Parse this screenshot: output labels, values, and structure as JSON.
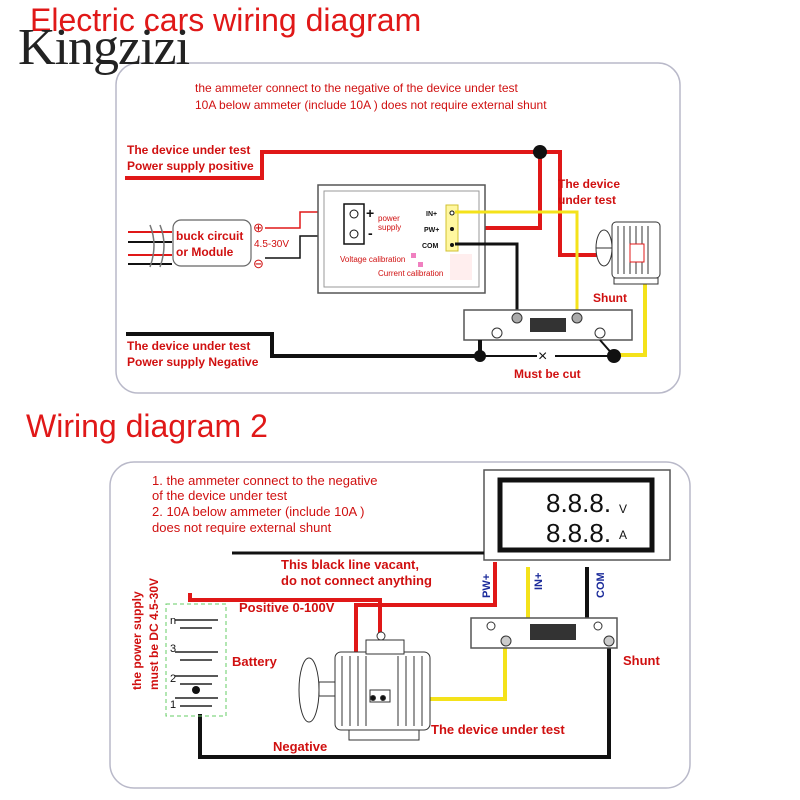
{
  "watermark": "Kingzizi",
  "diagram1": {
    "title": "Electric cars wiring diagram",
    "note_line1": "the ammeter connect to the negative of the device under test",
    "note_line2": "10A below ammeter (include 10A ) does not require external shunt",
    "supply_pos_line1": "The device under test",
    "supply_pos_line2": "Power supply positive",
    "buck_line1": "buck circuit",
    "buck_line2": "or Module",
    "buck_voltage": "4.5-30V",
    "buck_plus": "⊕",
    "buck_minus": "⊖",
    "meter_plus": "+",
    "meter_minus": "-",
    "power_supply_line1": "power",
    "power_supply_line2": "supply",
    "terminal_in": "IN+",
    "terminal_pw": "PW+",
    "terminal_com": "COM",
    "voltage_calibration": "Voltage calibration",
    "current_calibration": "Current calibration",
    "device_line1": "The device",
    "device_line2": "under test",
    "shunt": "Shunt",
    "supply_neg_line1": "The device under test",
    "supply_neg_line2": "Power supply Negative",
    "cut_mark": "×",
    "must_be_cut": "Must be cut"
  },
  "diagram2": {
    "title": "Wiring diagram 2",
    "note1_line1": "1. the ammeter connect to the negative",
    "note1_line2": "of the device under test",
    "note2_line1": "2. 10A below ammeter (include 10A )",
    "note2_line2": "does not require external shunt",
    "black_line1": "This black line vacant,",
    "black_line2": "do not connect anything",
    "display_digits_top": "8.8.8.",
    "display_digits_bottom": "8.8.8.",
    "unit_v": "V",
    "unit_a": "A",
    "label_pw": "PW+",
    "label_in": "IN+",
    "label_com": "COM",
    "positive_label": "Positive 0-100V",
    "battery_label": "Battery",
    "cell_n": "n",
    "cell_3": "3",
    "cell_2": "2",
    "cell_1": "1",
    "supply_vertical_line1": "the power supply",
    "supply_vertical_line2": "must be DC 4.5-30V",
    "shunt": "Shunt",
    "device_label": "The device under test",
    "negative_label": "Negative"
  },
  "colors": {
    "red_wire": "#e01818",
    "black_wire": "#111111",
    "yellow_wire": "#f4e21a",
    "title_red": "#e01818",
    "label_blue": "#1a2a9a"
  }
}
